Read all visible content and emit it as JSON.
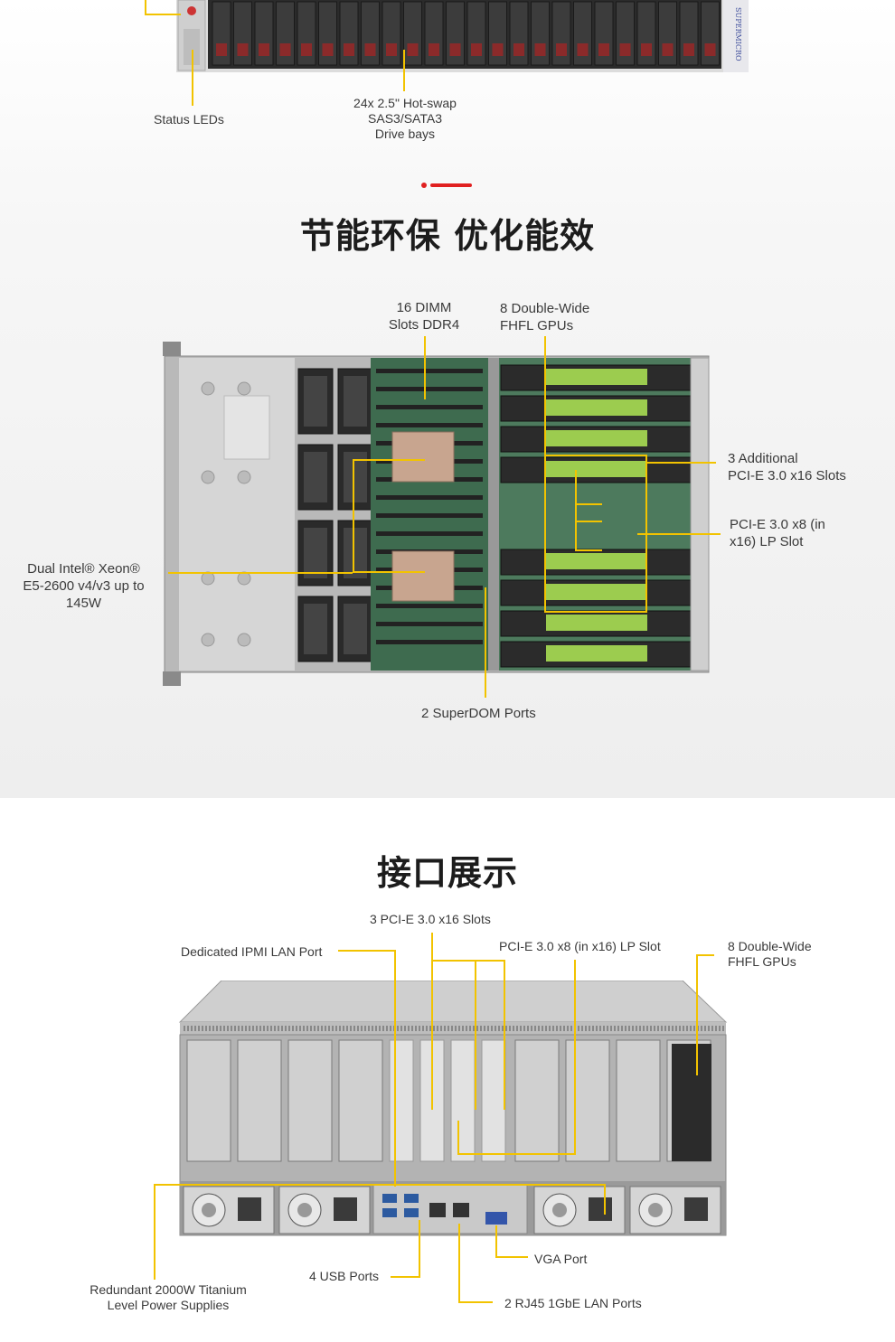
{
  "front_panel": {
    "status_leds_label": "Status LEDs",
    "drive_bays_label": "24x 2.5\" Hot-swap\nSAS3/SATA3\nDrive bays",
    "brand_text": "SUPERMICRO"
  },
  "section1": {
    "title": "节能环保 优化能效",
    "accent_color": "#e02020",
    "labels": {
      "dimm": "16 DIMM\nSlots DDR4",
      "gpus": "8 Double-Wide\nFHFL GPUs",
      "pcie_x16": "3 Additional\nPCI-E 3.0 x16 Slots",
      "pcie_x8": "PCI-E 3.0 x8 (in\nx16) LP Slot",
      "cpu": "Dual Intel® Xeon®\nE5-2600 v4/v3 up to\n145W",
      "superdom": "2 SuperDOM Ports"
    }
  },
  "section2": {
    "title": "接口展示",
    "labels": {
      "pcie_x16": "3 PCI-E 3.0 x16 Slots",
      "ipmi": "Dedicated IPMI LAN Port",
      "pcie_x8": "PCI-E 3.0 x8 (in x16) LP Slot",
      "gpus": "8 Double-Wide\nFHFL GPUs",
      "vga": "VGA Port",
      "usb": "4 USB Ports",
      "psu": "Redundant 2000W Titanium\nLevel Power Supplies",
      "lan": "2 RJ45 1GbE LAN Ports"
    }
  },
  "colors": {
    "callout": "#f2c300",
    "gpu_green": "#9ccc4f"
  }
}
